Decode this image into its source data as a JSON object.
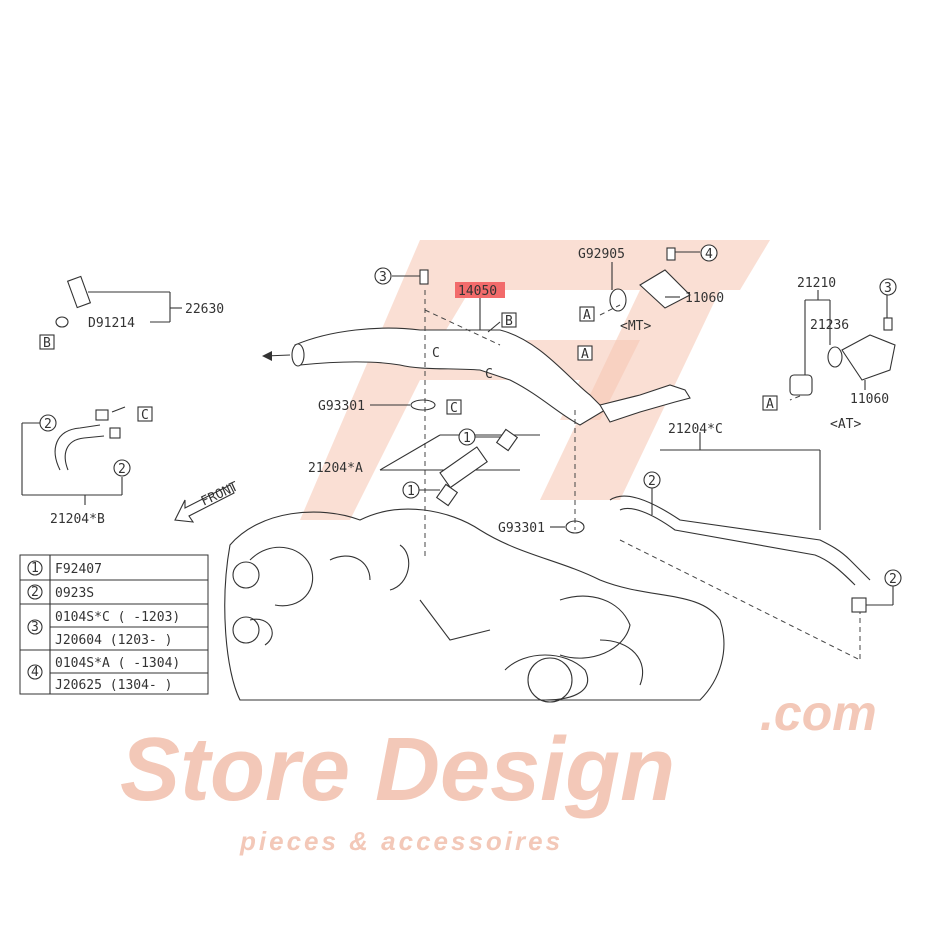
{
  "diagram": {
    "highlighted_part": "14050",
    "highlight_color": "#f26b6b",
    "parts": {
      "p22630": "22630",
      "d91214": "D91214",
      "g92905": "G92905",
      "p11060_mt": "11060",
      "mt": "<MT>",
      "p21210": "21210",
      "p21236": "21236",
      "p11060_at": "11060",
      "at": "<AT>",
      "g93301_top": "G93301",
      "g93301_bot": "G93301",
      "p21204a": "21204*A",
      "p21204b": "21204*B",
      "p21204c": "21204*C",
      "front": "FRONT"
    },
    "refs": {
      "A": "A",
      "B": "B",
      "C": "C",
      "n1": "1",
      "n2": "2",
      "n3": "3",
      "n4": "4"
    },
    "legend_table": [
      {
        "ref": "1",
        "parts": [
          "F92407"
        ]
      },
      {
        "ref": "2",
        "parts": [
          "0923S"
        ]
      },
      {
        "ref": "3",
        "parts": [
          "0104S*C ( -1203)",
          "J20604 (1203- )"
        ]
      },
      {
        "ref": "4",
        "parts": [
          "0104S*A ( -1304)",
          "J20625 (1304- )"
        ]
      }
    ]
  },
  "watermark": {
    "brand": "Store Design",
    "domain": ".com",
    "tagline": "pieces & accessoires"
  }
}
